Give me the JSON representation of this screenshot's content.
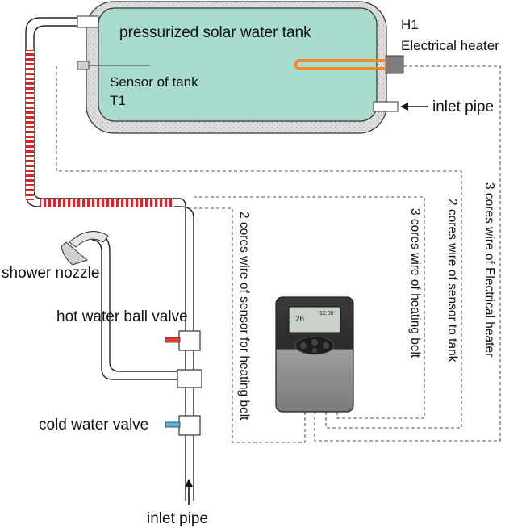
{
  "labels": {
    "tank_title": "pressurized  solar water tank",
    "heater_code": "H1",
    "heater_name": "Electrical heater",
    "sensor_name": "Sensor of tank",
    "sensor_code": "T1",
    "inlet_pipe_tank": "inlet pipe",
    "shower": "shower nozzle",
    "hot_valve": "hot water ball valve",
    "cold_valve": "cold water valve",
    "inlet_pipe_bottom": "inlet pipe"
  },
  "wires": {
    "heating_belt_sensor": "2 cores wire of sensor for heating belt",
    "heating_belt": "3 cores wire of heating belt",
    "tank_sensor": "2 cores wire of sensor to tank",
    "electrical_heater": "3 cores wire of Electrical heater"
  },
  "controller": {
    "display_value": "26",
    "display_time": "12:00"
  },
  "colors": {
    "tank_water": "#a9dccf",
    "insulation": "#d9d9d9",
    "heating_belt": "#d9252b",
    "heater_element": "#f08c2e",
    "hot_valve": "#e53b2c",
    "cold_valve": "#4fb6e6",
    "controller_body": "#8c8c8c",
    "lcd": "#c9d2c8"
  },
  "icons": [
    "shower-nozzle-icon",
    "ball-valve-icon",
    "controller-device-icon",
    "arrow-icon"
  ]
}
